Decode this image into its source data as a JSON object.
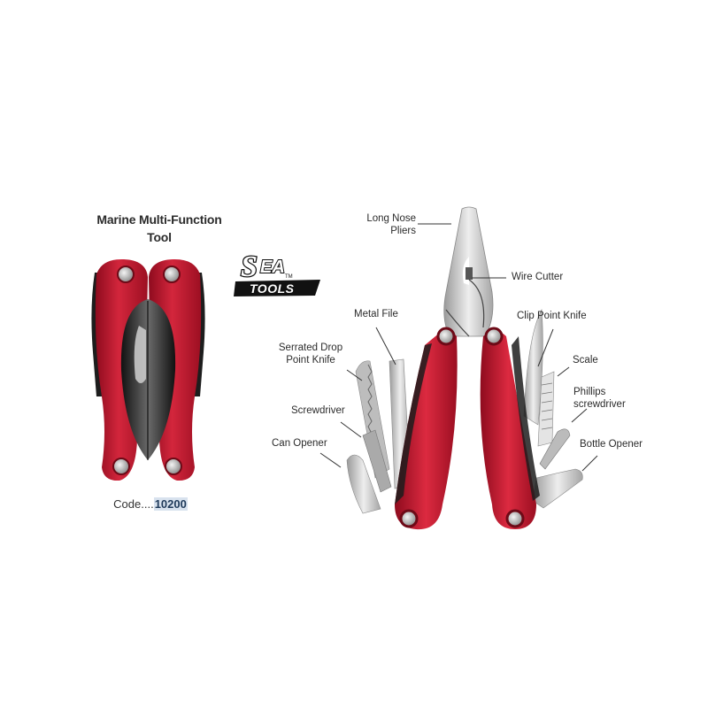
{
  "product": {
    "title_line1": "Marine Multi-Function",
    "title_line2": "Tool",
    "code_prefix": "Code....",
    "code_number": "10200"
  },
  "brand": {
    "logo_top": "SEA",
    "logo_bottom": "TOOLS",
    "trademark": "TM"
  },
  "labels": {
    "long_nose_pliers_1": "Long Nose",
    "long_nose_pliers_2": "Pliers",
    "wire_cutter": "Wire Cutter",
    "metal_file": "Metal File",
    "clip_point_knife": "Clip Point Knife",
    "serrated_1": "Serrated Drop",
    "serrated_2": "Point Knife",
    "scale": "Scale",
    "phillips_1": "Phillips",
    "phillips_2": "screwdriver",
    "screwdriver": "Screwdriver",
    "bottle_opener": "Bottle Opener",
    "can_opener": "Can Opener"
  },
  "colors": {
    "handle_red": "#c8102e",
    "handle_dark": "#2a2a2a",
    "steel": "#c9c9c9",
    "text": "#2b2b2b",
    "code_highlight": "#d8e2ee"
  }
}
